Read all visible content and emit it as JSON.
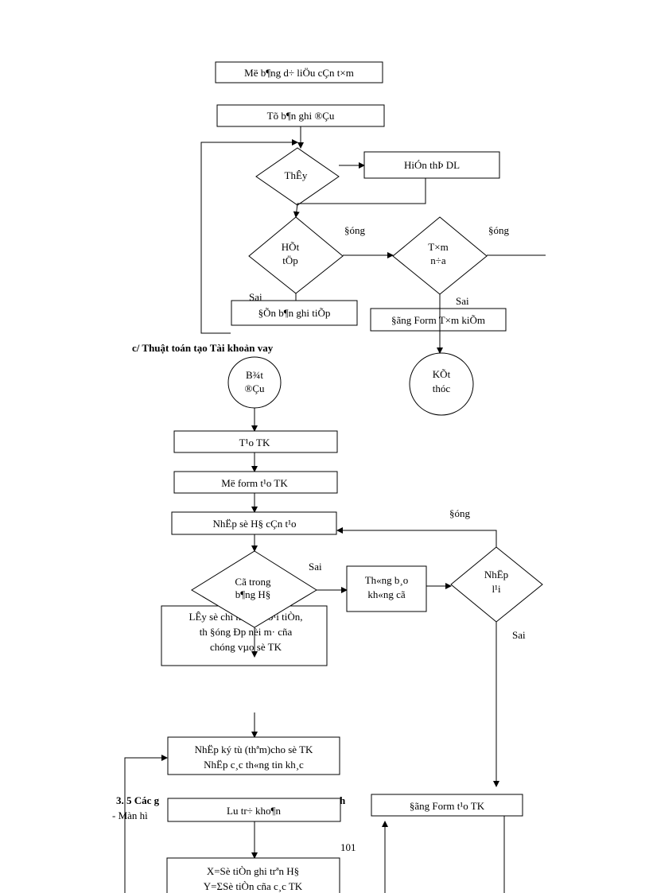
{
  "flowchart_top": {
    "open_table": "Më b¶ng d÷ liÖu cÇn t×m",
    "first_record": "Tõ b¶n ghi ®Çu",
    "found": "ThÊy",
    "show_data": "HiÓn thÞ DL",
    "end_of_data_line1": "HÕt",
    "end_of_data_line2": "tÖp",
    "yes_label_1": "§óng",
    "search_again_line1": "T×m",
    "search_again_line2": "n÷a",
    "yes_label_2": "§óng",
    "no_label_1": "Sai",
    "next_record": "§Õn b¶n ghi tiÕp",
    "no_label_2": "Sai",
    "close_search_form": "§ãng Form T×m kiÕm",
    "end_line1": "KÕt",
    "end_line2": "thóc"
  },
  "section_title": "c/ Thuật toán tạo Tài khoản vay",
  "flowchart_bottom": {
    "start_line1": "B¾t",
    "start_line2": "®Çu",
    "create_account": "T¹o TK",
    "open_create_form": "Më form t¹o TK",
    "enter_contract_number": "NhËp sè H§ cÇn t¹o",
    "yes_label_top": "§óng",
    "in_table_line1": "Cã trong",
    "in_table_line2": "b¶ng H§",
    "no_label_a": "Sai",
    "notify_line1": "Th«ng b¸o",
    "notify_line2": "kh«ng cã",
    "reenter_line1": "NhËp",
    "reenter_line2": "l¹i",
    "no_label_b": "Sai",
    "get_info_line1": "LÊy sè chi nh¸nh, lo¹i tiÒn,",
    "get_info_line2": "th   §óng     Ðp nèi m· cña",
    "get_info_line3": "chóng vµo sè TK",
    "enter_char_line1": "NhËp ký tù (thªm)cho  sè TK",
    "enter_char_line2": "NhËp c¸c th«ng tin kh¸c",
    "section_heading_fragment": "3. 5 Các g",
    "section_heading_fragment_2": "h",
    "screen_fragment": "-   Màn hì",
    "save_repository": "Lu  tr÷ kho¶n",
    "close_create_form": "§ãng Form t¹o TK",
    "page_number": "101",
    "formula_line1": "X=Sè tiÒn ghi trªn H§",
    "formula_line2": "Y=ΣSè tiÒn cña c¸c TK"
  }
}
